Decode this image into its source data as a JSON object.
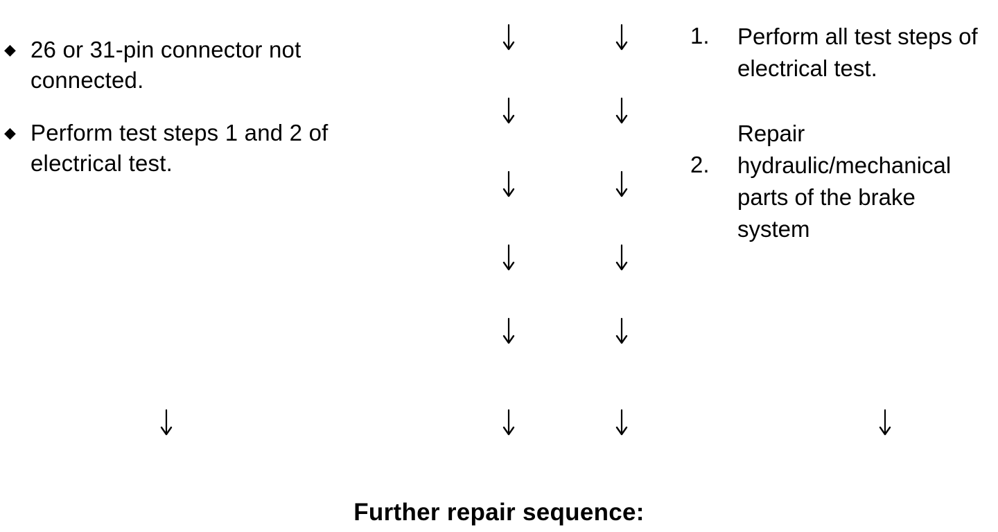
{
  "left_list": {
    "items": [
      {
        "icon": "diamond-bullet-icon",
        "text": "26 or 31-pin connector not connected."
      },
      {
        "icon": "diamond-bullet-icon",
        "text": "Perform test steps 1 and 2 of electrical test."
      }
    ]
  },
  "right_list": {
    "items": [
      {
        "number": "1.",
        "text": "Perform all test steps of electrical test."
      },
      {
        "number": "2.",
        "text": "Repair hydraulic/mechanical parts of the brake system"
      }
    ]
  },
  "arrows": {
    "icon": "down-arrow-icon",
    "color": "#000000"
  },
  "footer": {
    "heading": "Further repair sequence:"
  }
}
